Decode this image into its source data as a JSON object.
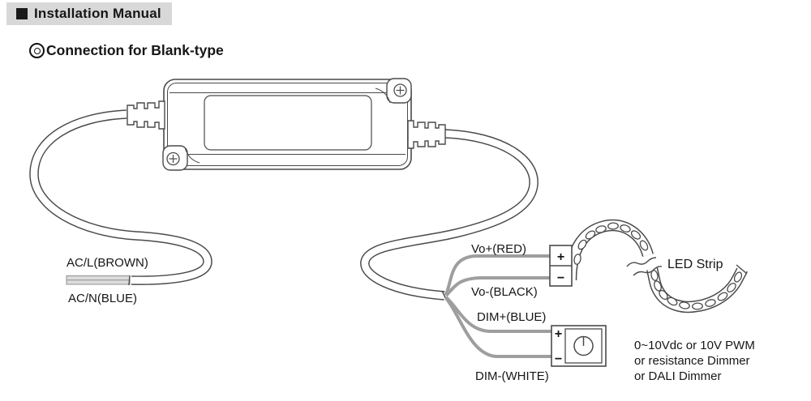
{
  "header": {
    "title": "Installation Manual",
    "subtitle": "Connection for Blank-type"
  },
  "labels": {
    "ac_line": "AC/L(BROWN)",
    "ac_neutral": "AC/N(BLUE)",
    "vo_plus": "Vo+(RED)",
    "vo_minus": "Vo-(BLACK)",
    "dim_plus": "DIM+(BLUE)",
    "dim_minus": "DIM-(WHITE)",
    "led_strip": "LED Strip"
  },
  "terminal_signs": {
    "plus": "+",
    "minus": "−"
  },
  "dimmer_note": {
    "line1": "0~10Vdc or 10V PWM",
    "line2": "or resistance Dimmer",
    "line3": "or DALI Dimmer"
  },
  "colors": {
    "line_art": "#4a4a4a",
    "wire_gray": "#9e9e9e",
    "title_bg": "#d8d8d8",
    "text": "#161616"
  }
}
